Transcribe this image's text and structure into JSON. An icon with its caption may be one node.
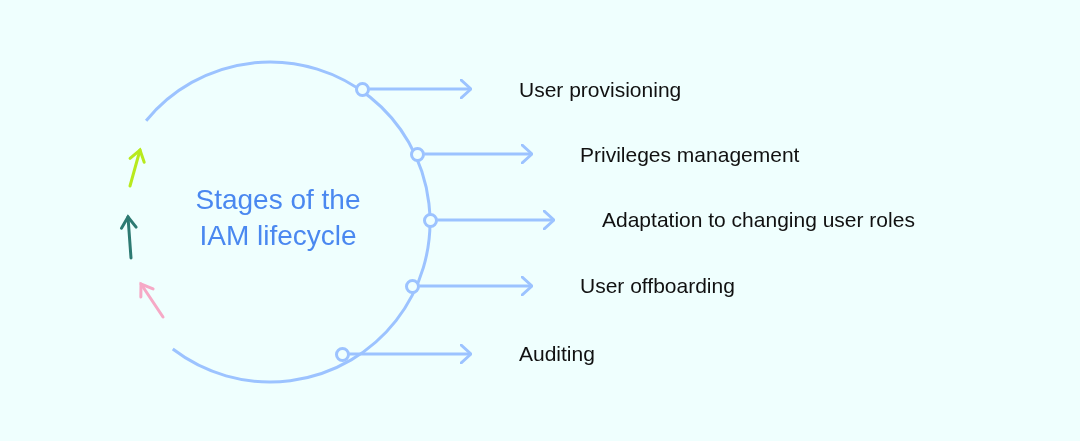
{
  "diagram": {
    "nodes": [
      {
        "text": [
          "Stages of the IAM lifecycle"
        ]
      },
      {
        "text": [],
        "shape": "circle"
      },
      {
        "text": [],
        "shape": "circle"
      },
      {
        "text": [],
        "shape": "circle"
      },
      {
        "text": [],
        "shape": "circle"
      },
      {
        "text": [],
        "shape": "circle"
      },
      {
        "text": [
          "User provisioning"
        ]
      },
      {
        "text": [
          "Privileges management"
        ]
      },
      {
        "text": [
          "Adaptation to changing user roles"
        ]
      },
      {
        "text": [
          "User offboarding"
        ]
      },
      {
        "text": [
          "Auditing"
        ]
      }
    ],
    "edges": [
      {
        "from": 1,
        "to": 6,
        "arrow": "to"
      },
      {
        "from": 2,
        "to": 7,
        "arrow": "to"
      },
      {
        "from": 3,
        "to": 8,
        "arrow": "to"
      },
      {
        "from": 4,
        "to": 9,
        "arrow": "to"
      },
      {
        "from": 5,
        "to": 10,
        "arrow": "to"
      }
    ]
  }
}
